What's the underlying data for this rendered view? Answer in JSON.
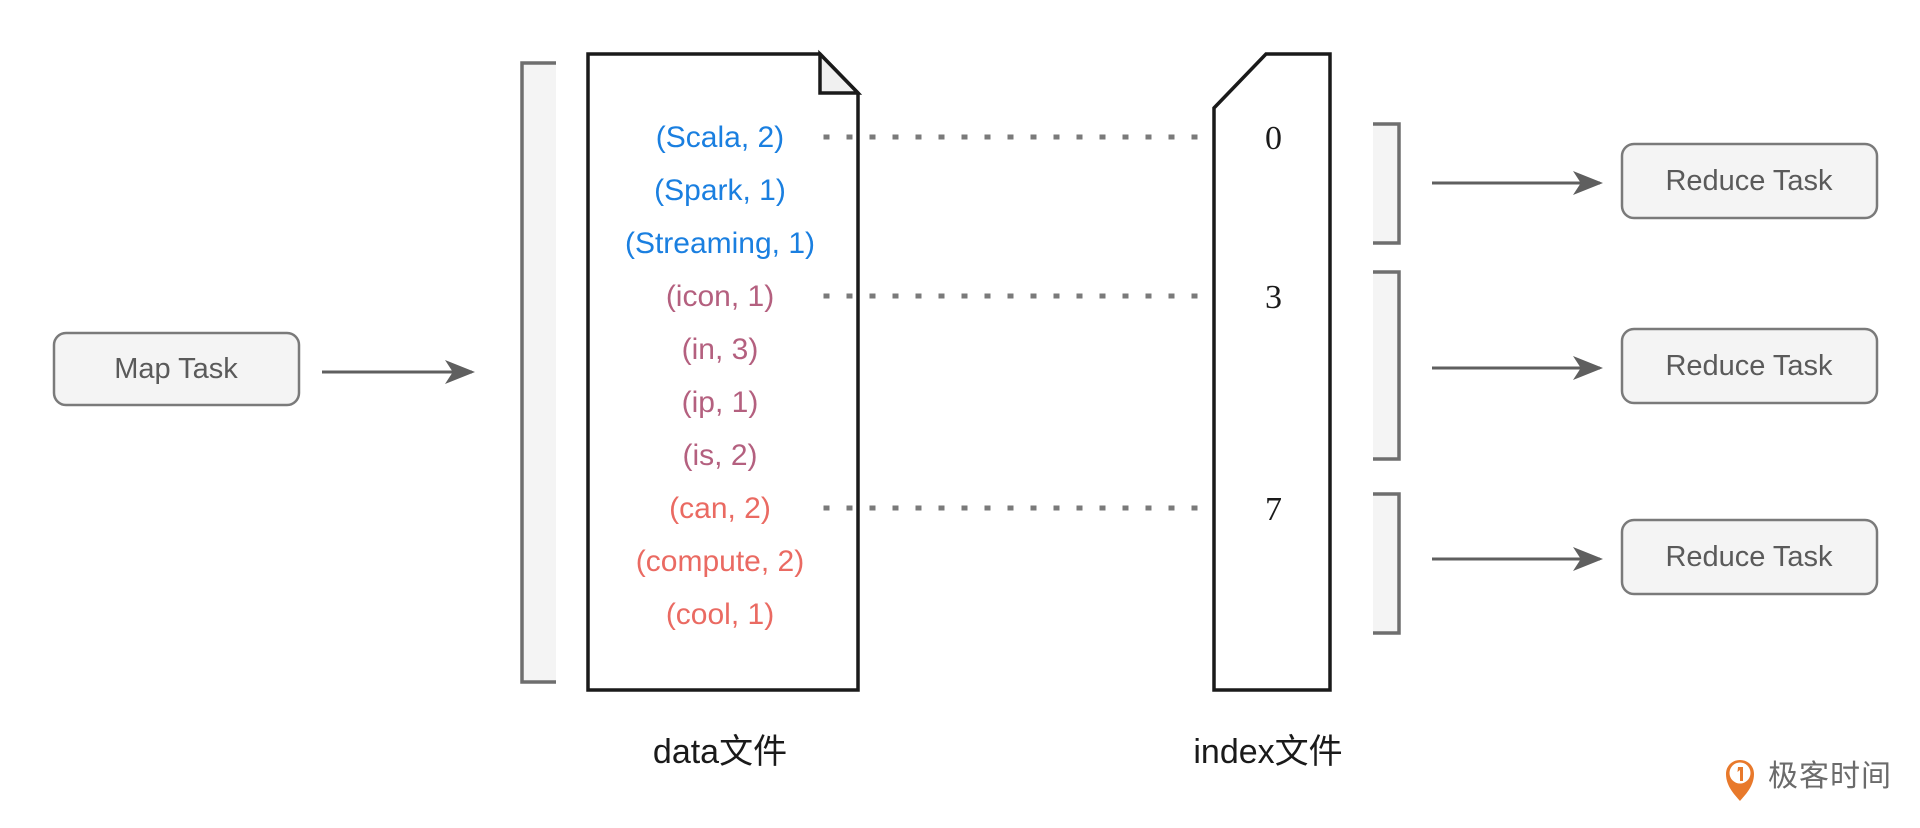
{
  "diagram": {
    "title": "Spark Shuffle data and index file diagram",
    "colors": {
      "blue": "#1a7fe0",
      "purple": "#b4607f",
      "red": "#ea6a62",
      "box_fill": "#f4f4f4",
      "box_stroke": "#7a7a7a",
      "box_text": "#5a5a5a",
      "file_stroke": "#1a1a1a",
      "arrow": "#5f5f5f",
      "dotted": "#7a7a7a",
      "watermark_orange": "#e8792b"
    },
    "map_task": {
      "label": "Map Task"
    },
    "data_file": {
      "caption": "data文件",
      "entries": [
        {
          "key": "(Scala,  2)",
          "color_group": "blue"
        },
        {
          "key": "(Spark,  1)",
          "color_group": "blue"
        },
        {
          "key": "(Streaming,  1)",
          "color_group": "blue"
        },
        {
          "key": "(icon,  1)",
          "color_group": "purple"
        },
        {
          "key": "(in,  3)",
          "color_group": "purple"
        },
        {
          "key": "(ip,  1)",
          "color_group": "purple"
        },
        {
          "key": "(is,  2)",
          "color_group": "purple"
        },
        {
          "key": "(can,  2)",
          "color_group": "red"
        },
        {
          "key": "(compute,  2)",
          "color_group": "red"
        },
        {
          "key": "(cool,  1)",
          "color_group": "red"
        }
      ]
    },
    "index_file": {
      "caption": "index文件",
      "offsets": [
        "0",
        "3",
        "7"
      ]
    },
    "reduce_tasks": [
      {
        "label": "Reduce Task"
      },
      {
        "label": "Reduce Task"
      },
      {
        "label": "Reduce Task"
      }
    ],
    "watermark": {
      "text": "极客时间",
      "icon": "geektime-pin-icon"
    }
  }
}
